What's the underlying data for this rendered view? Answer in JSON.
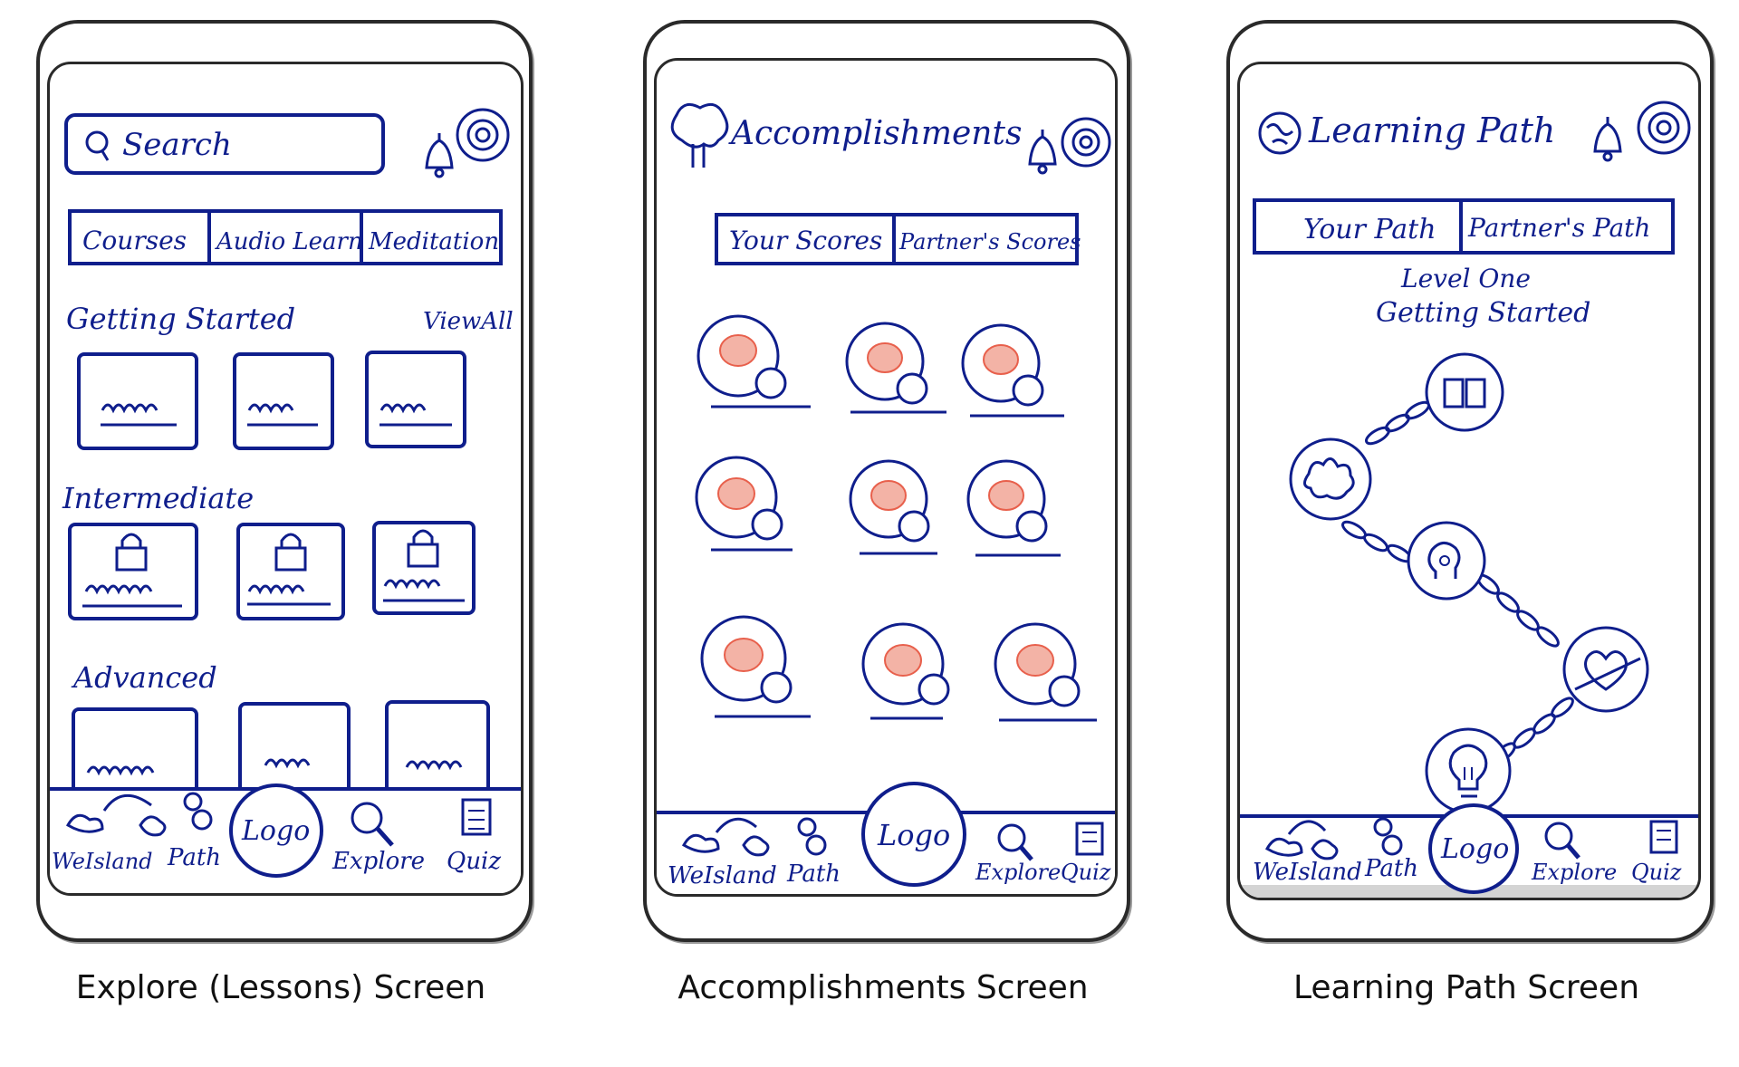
{
  "captions": {
    "explore": "Explore (Lessons) Screen",
    "accomplishments": "Accomplishments Screen",
    "learning_path": "Learning Path Screen"
  },
  "explore": {
    "search_placeholder": "Search",
    "tabs": [
      "Courses",
      "Audio Learn",
      "Meditation"
    ],
    "sections": [
      {
        "title": "Getting Started",
        "action": "ViewAll"
      },
      {
        "title": "Intermediate"
      },
      {
        "title": "Advanced"
      }
    ]
  },
  "accomplishments": {
    "title": "Accomplishments",
    "tabs": [
      "Your Scores",
      "Partner's Scores"
    ]
  },
  "learning_path": {
    "title": "Learning Path",
    "tabs": [
      "Your Path",
      "Partner's Path"
    ],
    "level_line1": "Level One",
    "level_line2": "Getting Started",
    "nodes": [
      "book-icon",
      "hands-icon",
      "head-icon",
      "heart-icon",
      "lightbulb-icon"
    ]
  },
  "nav": {
    "weisland": "WeIsland",
    "path": "Path",
    "logo": "Logo",
    "explore": "Explore",
    "quiz": "Quiz"
  },
  "colors": {
    "ink": "#0f1e8c",
    "badge_fill": "#e8604c",
    "frame": "#2a2a2a"
  }
}
